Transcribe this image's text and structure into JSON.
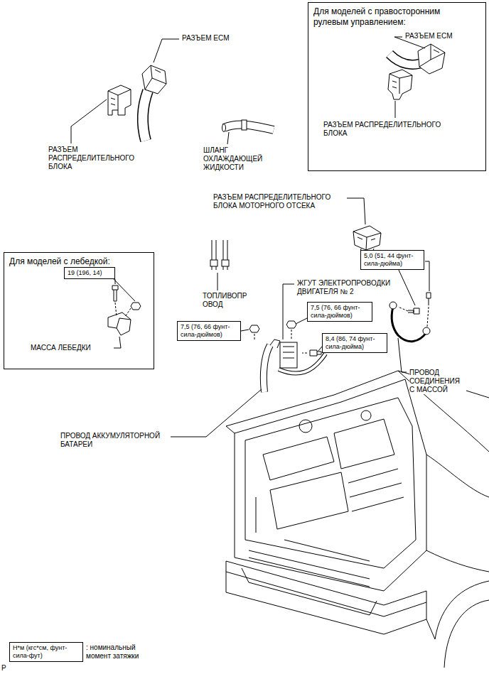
{
  "diagram": {
    "nodes": [
      {
        "text": [
          "Для моделей с правосторонним рулевым управлением:"
        ]
      },
      {
        "text": [
          "Для моделей с лебедкой:"
        ]
      },
      {
        "text": [
          "19 (196, 14)"
        ],
        "in": 1
      },
      {
        "text": [
          "5,0 (51, 44 фунт-сила-дюйма)"
        ]
      },
      {
        "text": [
          "7,5 (76, 66 фунт-сила-дюймов)"
        ]
      },
      {
        "text": [
          "7,5 (76, 66 фунт-сила-дюймов)"
        ]
      },
      {
        "text": [
          "8,4 (86, 74 фунт-сила-дюйма)"
        ]
      },
      {
        "text": [
          "Н*м (кгс*см, фунт-сила-фут)"
        ]
      }
    ],
    "labels": [
      "РАЗЪЕМ ECM",
      "РАЗЪЕМ РАСПРЕДЕЛИТЕЛЬНОГО БЛОКА",
      "ШЛАНГ ОХЛАЖДАЮЩЕЙ ЖИДКОСТИ",
      "РАЗЪЕМ ECM",
      "РАЗЪЕМ РАСПРЕДЕЛИТЕЛЬНОГО БЛОКА",
      "РАЗЪЕМ РАСПРЕДЕЛИТЕЛЬНОГО БЛОКА МОТОРНОГО ОТСЕКА",
      "ТОПЛИВОПР ОВОД",
      "ЖГУТ ЭЛЕКТРОПРОВОДКИ ДВИГАТЕЛЯ № 2",
      "МАССА ЛЕБЕДКИ",
      "ПРОВОД СОЕДИНЕНИЯ С МАССОЙ",
      "ПРОВОД АККУМУЛЯТОРНОЙ БАТАРЕИ",
      ": номинальный момент затяжки",
      "P"
    ]
  }
}
